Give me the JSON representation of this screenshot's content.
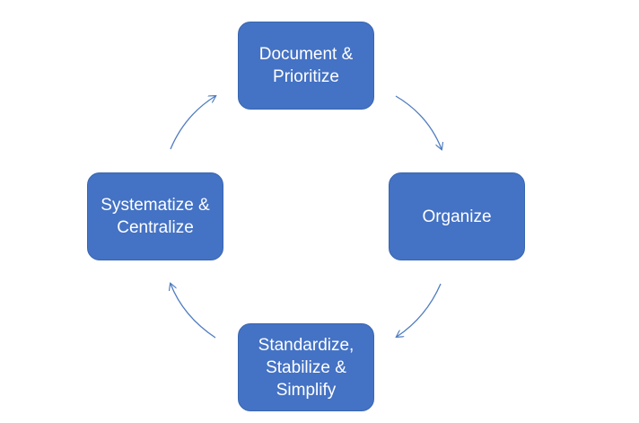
{
  "diagram": {
    "type": "cycle",
    "colors": {
      "node_fill": "#4472c4",
      "node_text": "#ffffff",
      "arrow": "#4f7cc0"
    },
    "nodes": [
      {
        "id": "top",
        "label": "Document &\nPrioritize"
      },
      {
        "id": "right",
        "label": "Organize"
      },
      {
        "id": "bottom",
        "label": "Standardize,\nStabilize &\nSimplify"
      },
      {
        "id": "left",
        "label": "Systematize &\nCentralize"
      }
    ],
    "edges": [
      {
        "from": "top",
        "to": "right"
      },
      {
        "from": "right",
        "to": "bottom"
      },
      {
        "from": "bottom",
        "to": "left"
      },
      {
        "from": "left",
        "to": "top"
      }
    ]
  }
}
